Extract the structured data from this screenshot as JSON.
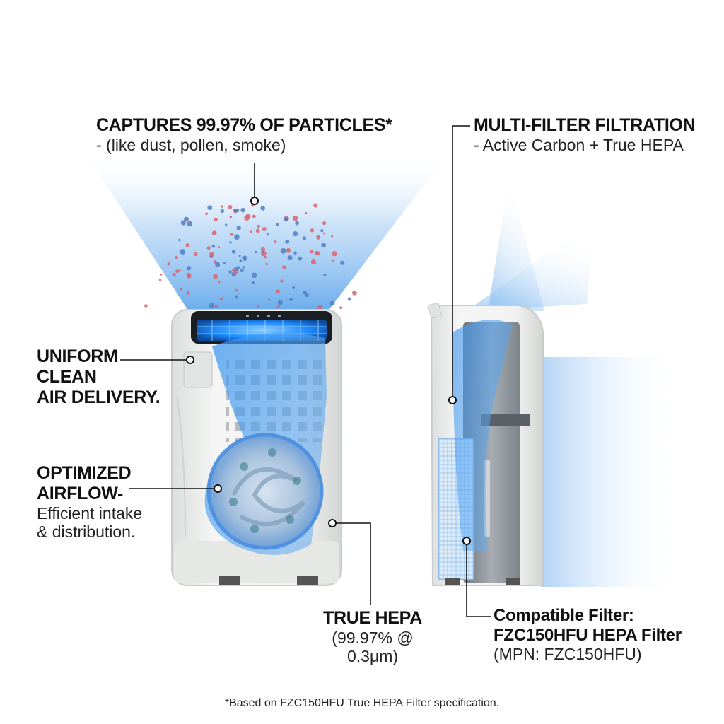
{
  "callouts": {
    "captures": {
      "heading": "CAPTURES 99.97% OF PARTICLES*",
      "sub": "- (like dust, pollen, smoke)"
    },
    "multi": {
      "heading": "MULTI-FILTER FILTRATION",
      "sub": "- Active Carbon + True HEPA"
    },
    "uniform": {
      "heading_lines": [
        "UNIFORM",
        "CLEAN",
        "AIR DELIVERY."
      ]
    },
    "optimized": {
      "heading_lines": [
        "OPTIMIZED",
        "AIRFLOW-"
      ],
      "sub_lines": [
        "Efficient intake",
        "& distribution."
      ]
    },
    "truehepa": {
      "heading": "TRUE HEPA",
      "sub": "(99.97% @ 0.3μm)"
    },
    "compat": {
      "heading_lines": [
        "Compatible Filter:",
        "FZC150HFU HEPA Filter"
      ],
      "sub": "(MPN: FZC150HFU)"
    }
  },
  "footnote": "*Based on FZC150HFU True HEPA Filter specification.",
  "colors": {
    "airflow_blue": "#5aa8ec",
    "glow_blue": "#1e8bff",
    "particle_red": "#d9646e",
    "particle_blue": "#4d7fc8",
    "unit_body": "#eef0ee",
    "unit_edge": "#c9ccca",
    "side_panel": "#8e949b"
  },
  "icons": {
    "particles": "dust-particles-icon",
    "fan": "swirl-fan-icon"
  }
}
